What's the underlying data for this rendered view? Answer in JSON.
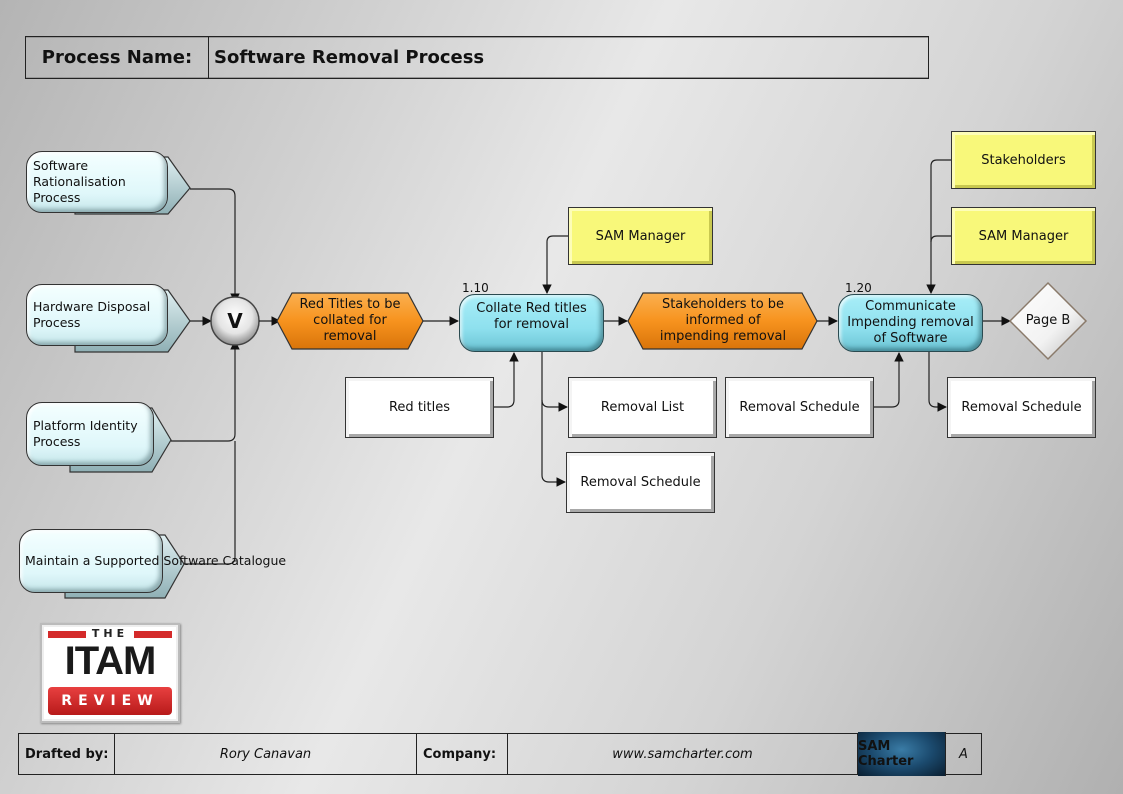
{
  "header": {
    "label": "Process Name:",
    "value": "Software Removal Process"
  },
  "external_processes": [
    {
      "label": "Software Rationalisation Process"
    },
    {
      "label": "Hardware Disposal Process"
    },
    {
      "label": "Platform Identity Process"
    },
    {
      "label": "Maintain a Supported Software Catalogue"
    }
  ],
  "connector": {
    "label": "V"
  },
  "events": [
    {
      "label": "Red Titles to be collated for removal"
    },
    {
      "label": "Stakeholders to be informed of impending removal"
    }
  ],
  "processes": [
    {
      "number": "1.10",
      "label": "Collate Red titles for removal"
    },
    {
      "number": "1.20",
      "label": "Communicate Impending removal of Software"
    }
  ],
  "roles": [
    {
      "label": "SAM Manager"
    },
    {
      "label": "Stakeholders"
    },
    {
      "label": "SAM Manager"
    }
  ],
  "documents": [
    {
      "label": "Red titles"
    },
    {
      "label": "Removal List"
    },
    {
      "label": "Removal Schedule"
    },
    {
      "label": "Removal Schedule"
    },
    {
      "label": "Removal Schedule"
    }
  ],
  "page_connector": {
    "label": "Page B"
  },
  "logo": {
    "top": "THE",
    "main": "ITAM",
    "bottom": "REVIEW"
  },
  "footer": {
    "drafted_label": "Drafted by:",
    "drafted_value": "Rory Canavan",
    "company_label": "Company:",
    "company_value": "www.samcharter.com",
    "brand_logo": "SAM Charter",
    "revision": "A"
  },
  "colors": {
    "event_orange": "#f7931e",
    "process_cyan": "#8ee0ee",
    "role_yellow": "#f8f87a",
    "document_white": "#ffffff",
    "external_light_cyan": "#e6fbfd"
  }
}
